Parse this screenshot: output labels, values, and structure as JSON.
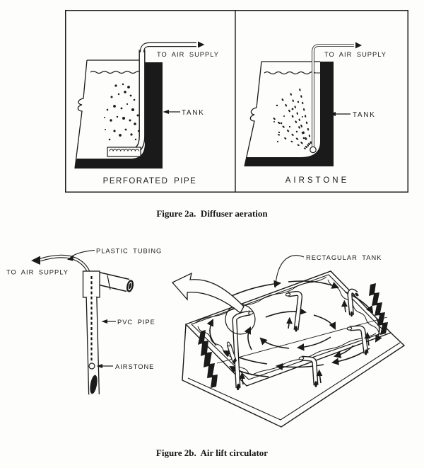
{
  "page": {
    "background": "#fdfdfb",
    "ink": "#1a1a1a"
  },
  "figure2a": {
    "caption": "Figure 2a.  Diffuser aeration",
    "left_panel": {
      "air_supply": "TO AIR SUPPLY",
      "tank": "TANK",
      "title": "PERFORATED PIPE"
    },
    "right_panel": {
      "air_supply": "TO AIR SUPPLY",
      "tank": "TANK",
      "title": "AIRSTONE"
    }
  },
  "figure2b": {
    "caption": "Figure 2b.  Air lift circulator",
    "airlift_detail": {
      "plastic_tubing": "PLASTIC TUBING",
      "air_supply": "TO AIR SUPPLY",
      "pvc_pipe": "PVC PIPE",
      "airstone": "AIRSTONE"
    },
    "tank_diagram": {
      "label": "RECTAGULAR TANK"
    }
  }
}
